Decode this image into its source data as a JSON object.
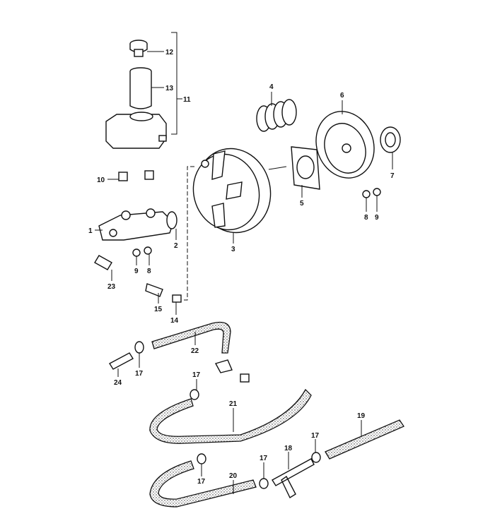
{
  "diagram": {
    "callouts": {
      "c1": "1",
      "c2": "2",
      "c3": "3",
      "c4": "4",
      "c5": "5",
      "c6": "6",
      "c7": "7",
      "c8a": "8",
      "c8b": "8",
      "c9a": "9",
      "c9b": "9",
      "c10": "10",
      "c11": "11",
      "c12": "12",
      "c13": "13",
      "c14": "14",
      "c15": "15",
      "c17a": "17",
      "c17b": "17",
      "c17c": "17",
      "c17d": "17",
      "c17e": "17",
      "c18": "18",
      "c19": "19",
      "c20": "20",
      "c21": "21",
      "c22": "22",
      "c23": "23",
      "c24": "24"
    }
  }
}
